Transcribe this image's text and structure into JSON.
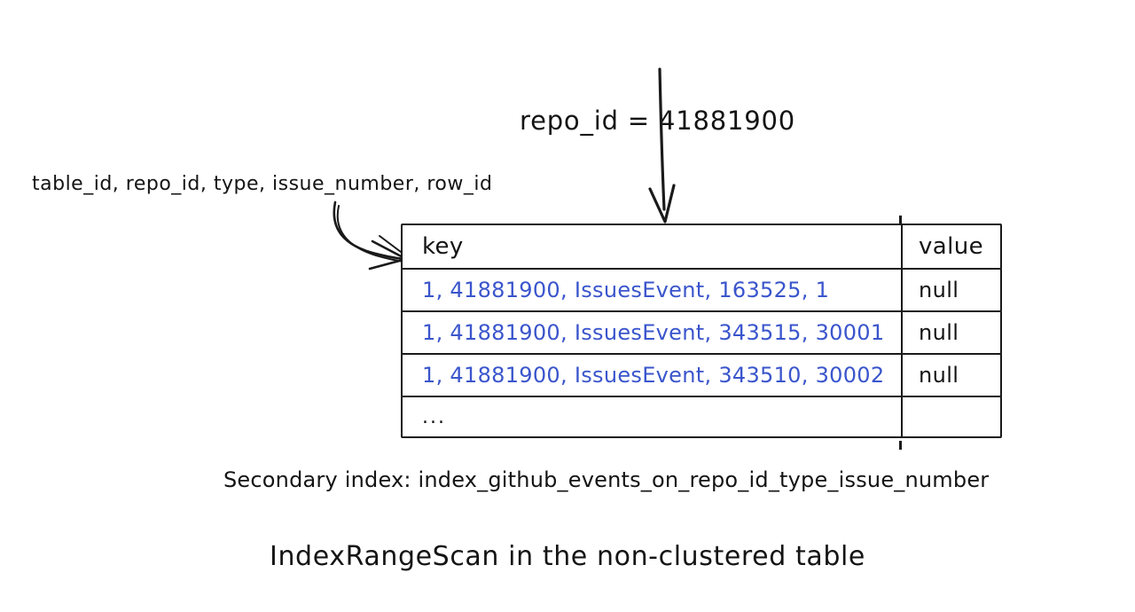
{
  "diagram": {
    "title": "IndexRangeScan in the non-clustered table",
    "caption": "Secondary index: index_github_events_on_repo_id_type_issue_number",
    "predicate_label": "repo_id = 41881900",
    "columns_label": "table_id, repo_id, type, issue_number, row_id",
    "ellipsis": "...",
    "colors": {
      "ink": "#141414",
      "key_text": "#3a55cc",
      "background": "#ffffff"
    }
  },
  "table": {
    "headers": {
      "key": "key",
      "value": "value"
    },
    "rows": [
      {
        "key": "1, 41881900, IssuesEvent, 163525, 1",
        "value": "null"
      },
      {
        "key": "1, 41881900, IssuesEvent, 343515, 30001",
        "value": "null"
      },
      {
        "key": "1, 41881900, IssuesEvent, 343510, 30002",
        "value": "null"
      },
      {
        "key": "...",
        "value": ""
      }
    ]
  },
  "annotations": {
    "predicate_arrow": "arrow-down-to-table-header",
    "columns_arrow": "curved-arrow-to-key-column"
  }
}
